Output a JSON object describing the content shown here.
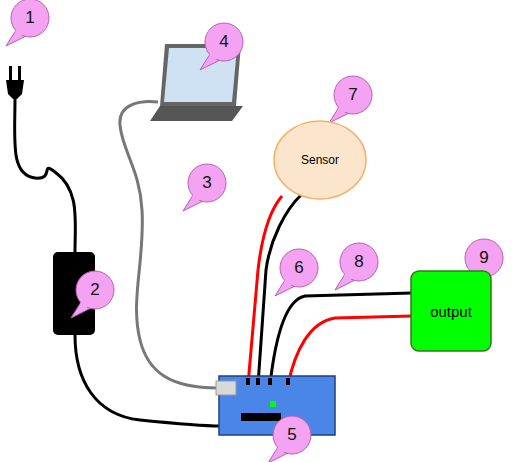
{
  "diagram": {
    "nodes": [
      {
        "text": [
          "Sensor"
        ]
      },
      {
        "text": [
          "output"
        ]
      }
    ],
    "labels": [
      "1",
      "2",
      "3",
      "4",
      "5",
      "6",
      "7",
      "8",
      "9"
    ]
  }
}
